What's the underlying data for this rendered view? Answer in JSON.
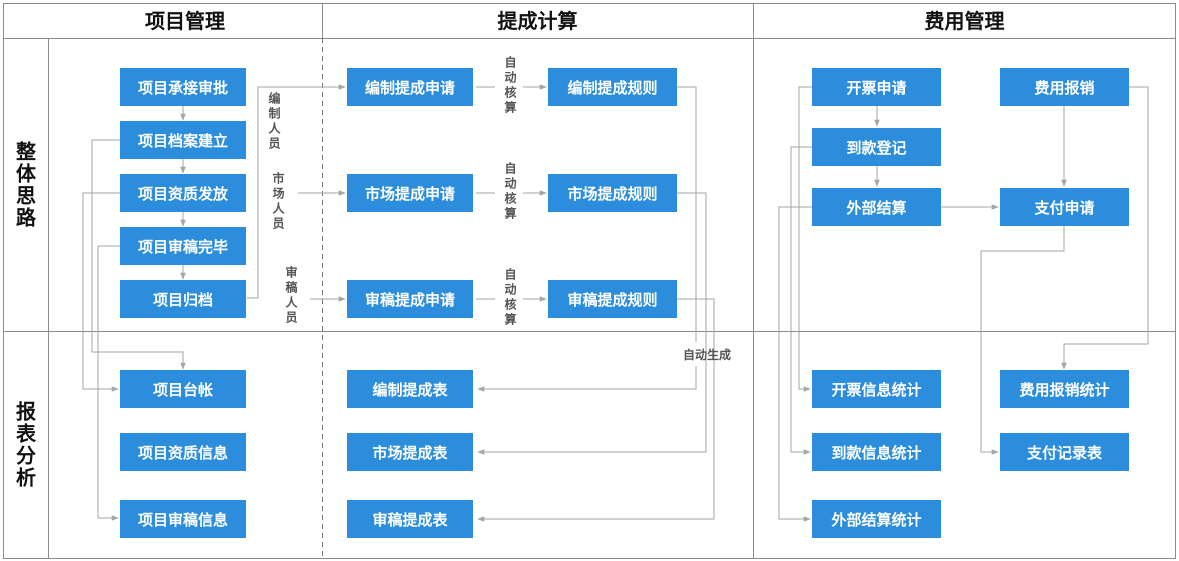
{
  "columns": {
    "project": "项目管理",
    "commission": "提成计算",
    "expense": "费用管理"
  },
  "rows": {
    "approach": "整体思路",
    "reports": "报表分析"
  },
  "project_flow": {
    "approval": "项目承接审批",
    "archive_setup": "项目档案建立",
    "qualification_issue": "项目资质发放",
    "review_complete": "项目审稿完毕",
    "filing": "项目归档"
  },
  "project_reports": {
    "ledger": "项目台帐",
    "qualification_info": "项目资质信息",
    "review_info": "项目审稿信息"
  },
  "commission_flow": {
    "edit_apply": "编制提成申请",
    "market_apply": "市场提成申请",
    "review_apply": "审稿提成申请",
    "edit_rule": "编制提成规则",
    "market_rule": "市场提成规则",
    "review_rule": "审稿提成规则"
  },
  "commission_reports": {
    "edit_table": "编制提成表",
    "market_table": "市场提成表",
    "review_table": "审稿提成表"
  },
  "staff_labels": {
    "edit": "编制人员",
    "market": "市场人员",
    "review": "审稿人员"
  },
  "auto_calc": "自动核算",
  "auto_generate": "自动生成",
  "expense_flow": {
    "invoice_apply": "开票申请",
    "payment_register": "到款登记",
    "external_settle": "外部结算",
    "reimburse": "费用报销",
    "pay_apply": "支付申请"
  },
  "expense_reports": {
    "invoice_stats": "开票信息统计",
    "payment_stats": "到款信息统计",
    "external_stats": "外部结算统计",
    "reimburse_stats": "费用报销统计",
    "pay_records": "支付记录表"
  },
  "colors": {
    "box": "#2b8ddb",
    "line": "#a6a6a6",
    "grid": "#8c8c8c"
  }
}
